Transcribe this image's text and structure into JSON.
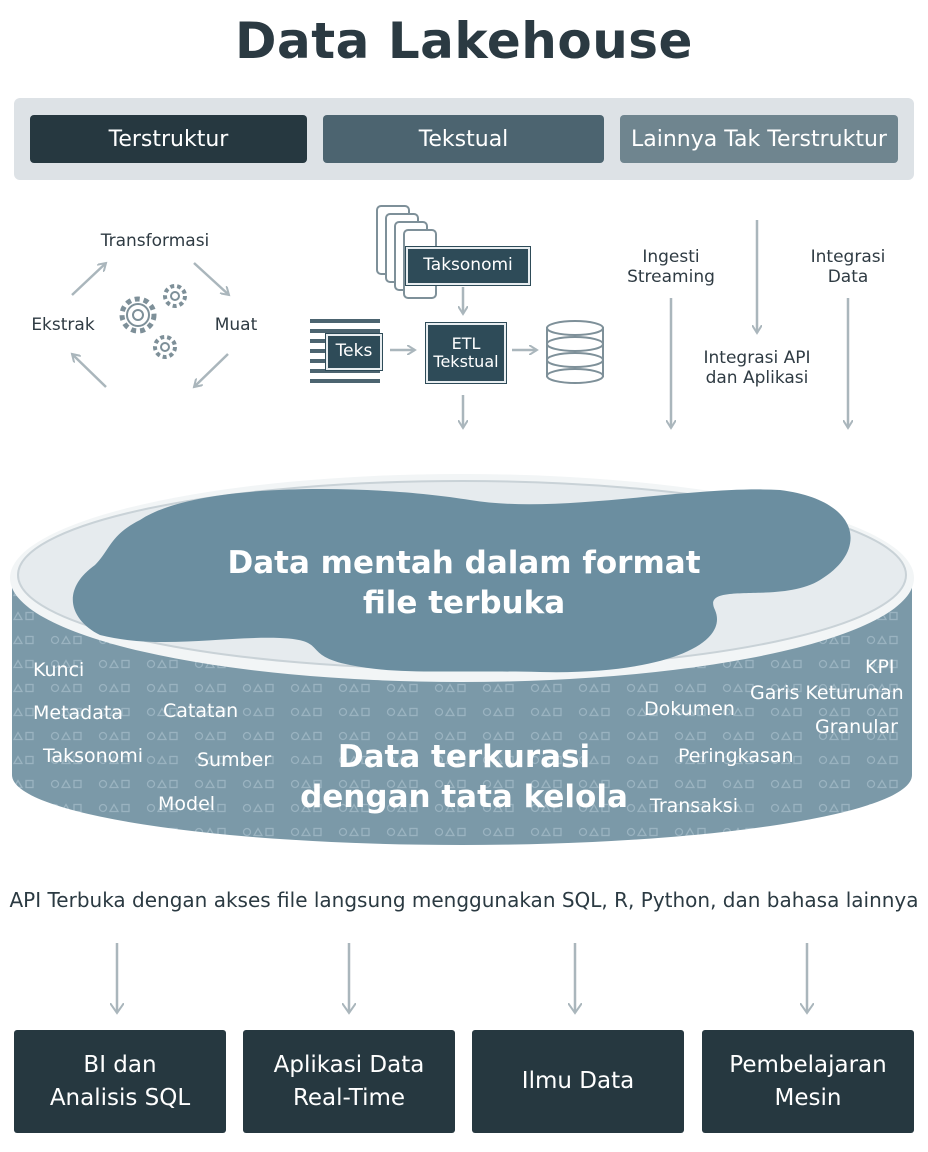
{
  "title": "Data Lakehouse",
  "data_types": [
    "Terstruktur",
    "Tekstual",
    "Lainnya Tak Terstruktur"
  ],
  "etl": {
    "transform": "Transformasi",
    "extract": "Ekstrak",
    "load": "Muat"
  },
  "text_pipeline": {
    "taxonomy": "Taksonomi",
    "text": "Teks",
    "etl_line1": "ETL",
    "etl_line2": "Tekstual"
  },
  "ingest": {
    "streaming_line1": "Ingesti",
    "streaming_line2": "Streaming",
    "api_line1": "Integrasi API",
    "api_line2": "dan Aplikasi",
    "integration_line1": "Integrasi",
    "integration_line2": "Data"
  },
  "lake": {
    "raw_line1": "Data mentah dalam format",
    "raw_line2": "file terbuka",
    "curated_line1": "Data terkurasi",
    "curated_line2": "dengan tata kelola",
    "left_tags": [
      "Kunci",
      "Metadata",
      "Catatan",
      "Taksonomi",
      "Sumber",
      "Model"
    ],
    "right_tags": [
      "KPI",
      "Garis Keturunan",
      "Dokumen",
      "Granular",
      "Peringkasan",
      "Transaksi"
    ]
  },
  "api_text": "API Terbuka dengan akses file langsung menggunakan SQL, R, Python, dan bahasa lainnya",
  "outputs": [
    {
      "line1": "BI dan",
      "line2": "Analisis SQL"
    },
    {
      "line1": "Aplikasi Data",
      "line2": "Real-Time"
    },
    {
      "line1": "Ilmu Data",
      "line2": ""
    },
    {
      "line1": "Pembelajaran",
      "line2": "Mesin"
    }
  ],
  "colors": {
    "structured": "#263840",
    "textual": "#4c6470",
    "unstructured": "#6f858f",
    "lake_water": "#6b8ea0",
    "lake_top": "#e6ebee",
    "lake_side": "#7b99a8",
    "arrow": "#aab6bc"
  }
}
